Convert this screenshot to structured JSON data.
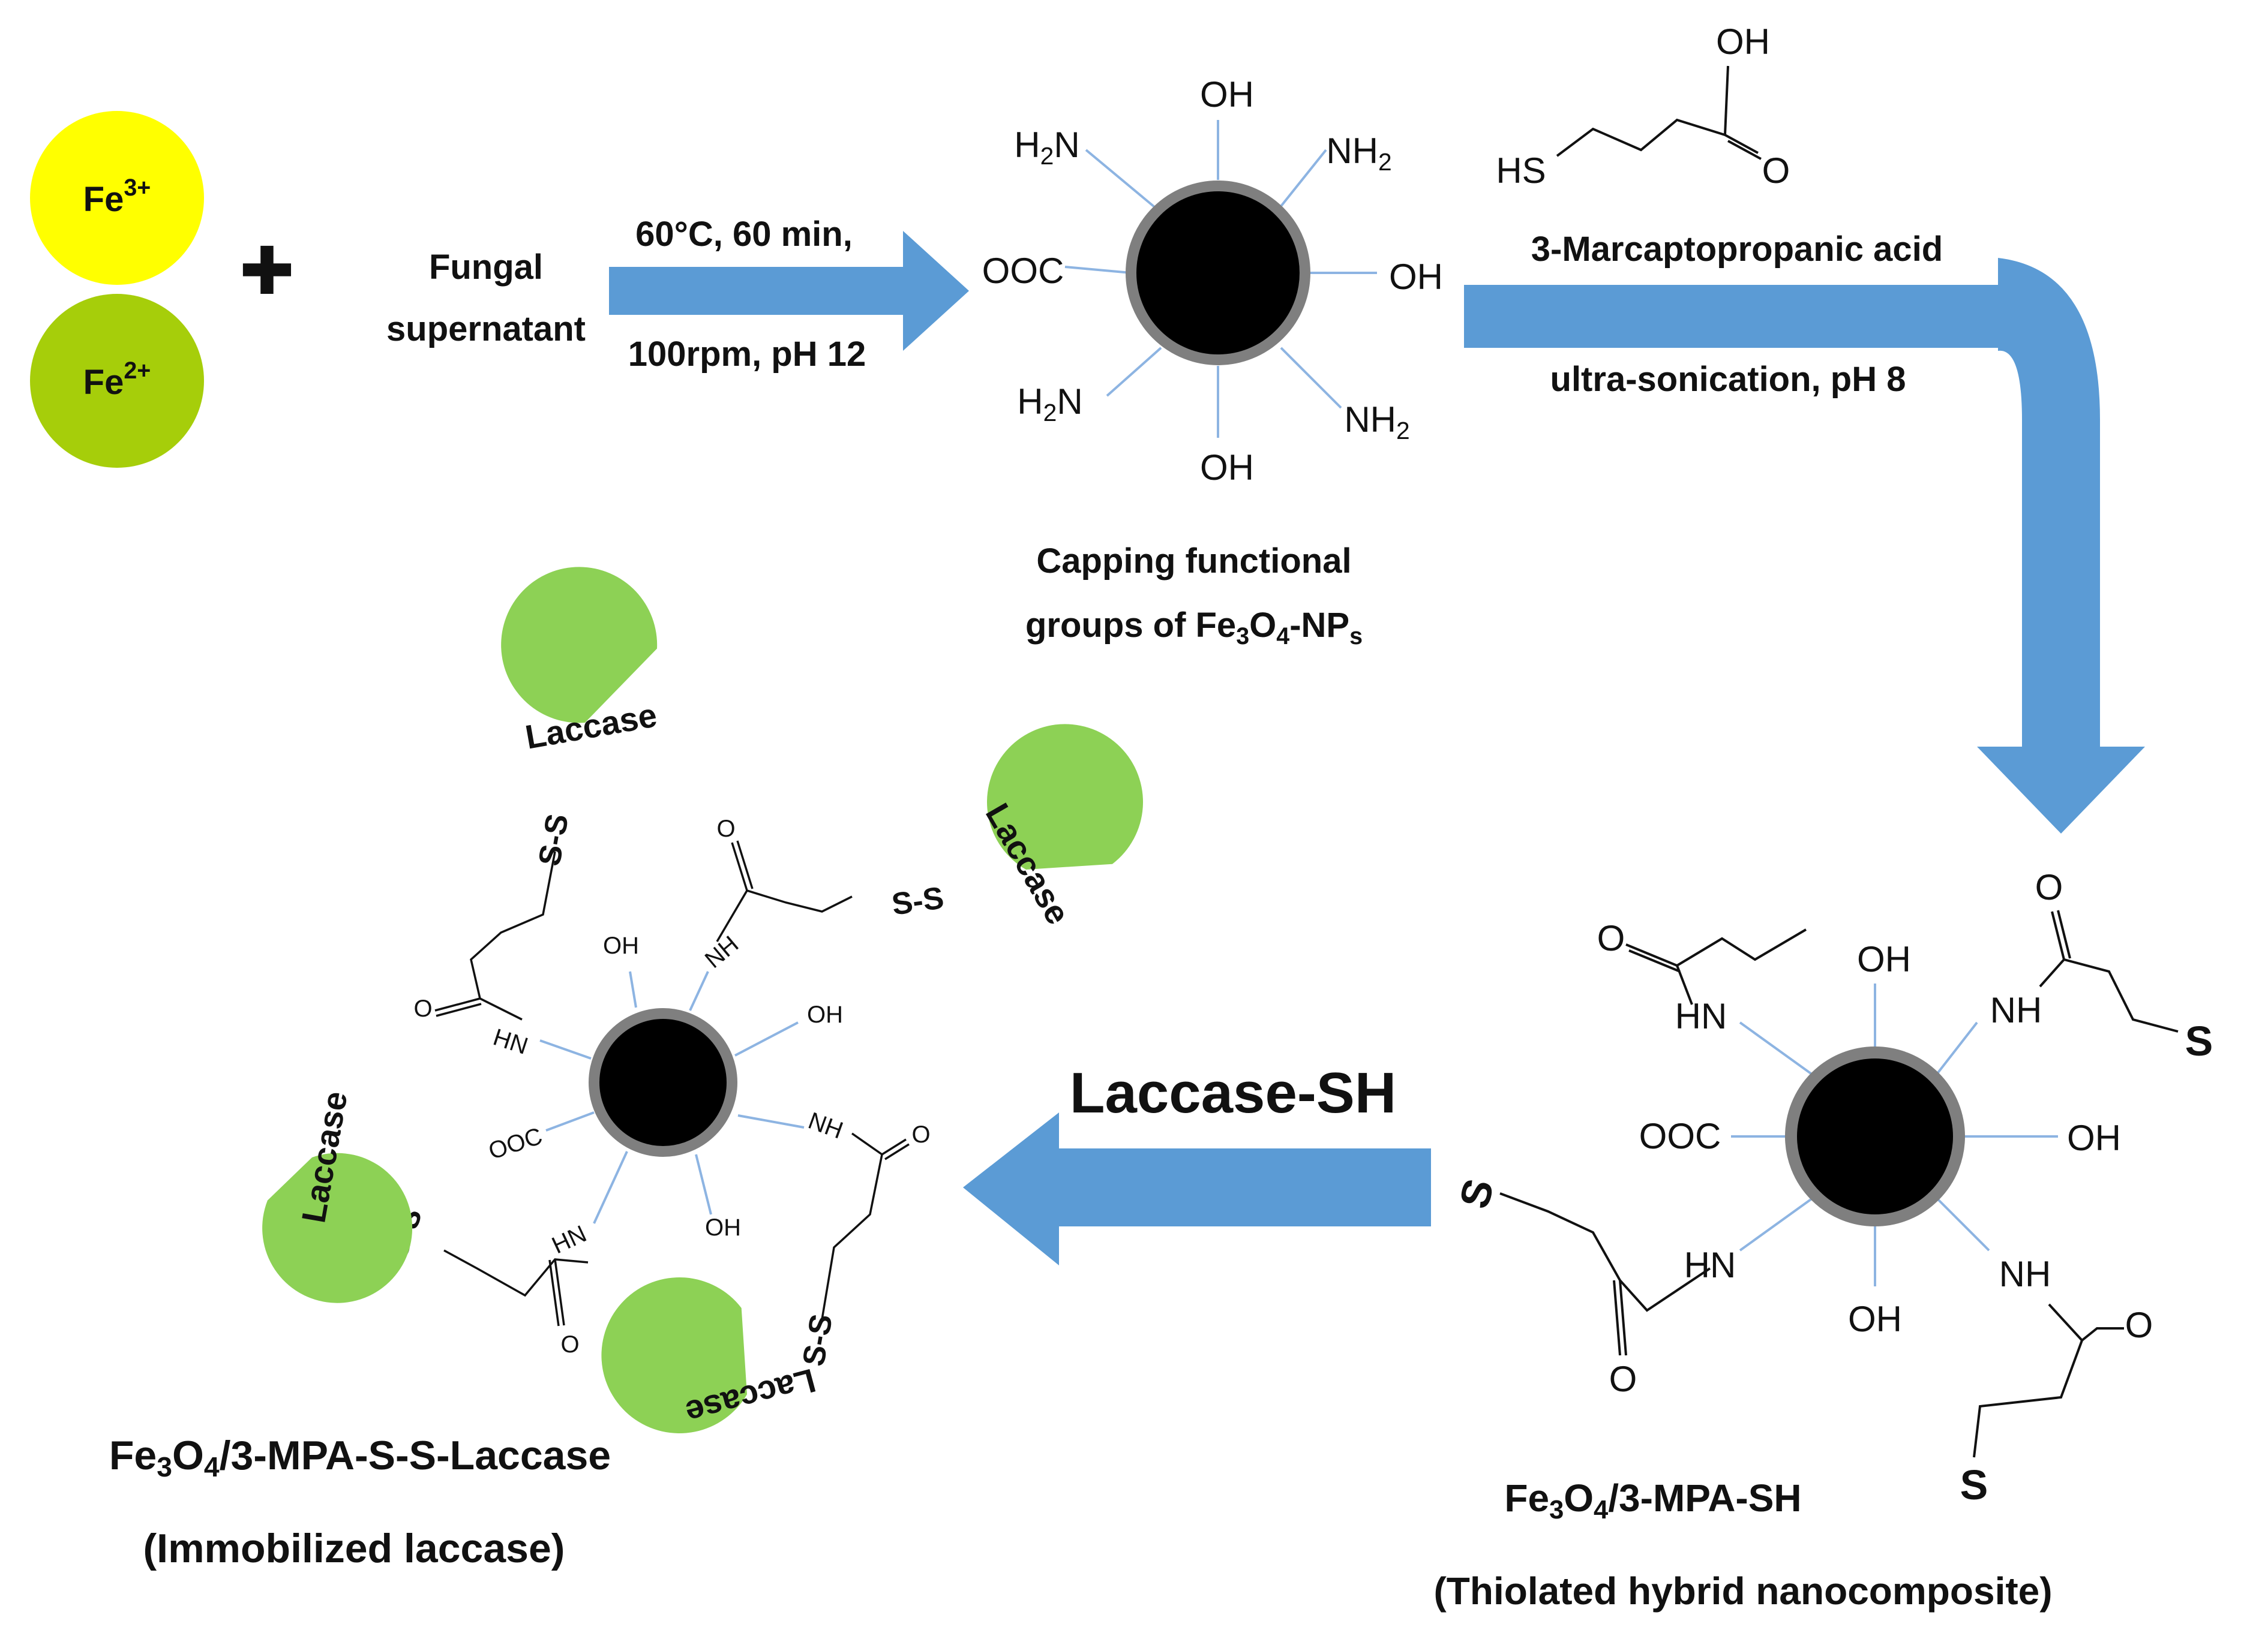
{
  "reactants": {
    "fe3": "Fe",
    "fe3_charge": "3+",
    "fe2": "Fe",
    "fe2_charge": "2+",
    "plus": "✚"
  },
  "step1": {
    "reagent_line1": "Fungal",
    "reagent_line2": "supernatant",
    "cond_line1": "60°C, 60 min,",
    "cond_line2": "100rpm, pH 12"
  },
  "np1": {
    "groups": {
      "top": "OH",
      "top_left": "H2N",
      "top_right": "NH2",
      "left": "OOC",
      "right": "OH",
      "bottom_left": "H2N",
      "bottom_right": "NH2",
      "bottom": "OH"
    },
    "caption_line1": "Capping functional",
    "caption_line2": "groups of Fe3O4-NPs"
  },
  "step2": {
    "reagent": "3-Marcaptopropanic acid",
    "conditions": "ultra-sonication, pH 8",
    "structure": {
      "thiol": "HS",
      "hydroxyl": "OH",
      "carbonyl": "O"
    }
  },
  "np2": {
    "groups": {
      "top": "OH",
      "upper_left": "HN",
      "upper_right": "NH",
      "left": "OOC",
      "right": "OH",
      "lower_left": "HN",
      "lower_right": "NH",
      "bottom": "OH"
    },
    "sulfur": "S",
    "carbonyl": "O",
    "caption_line1": "Fe3O4/3-MPA-SH",
    "caption_line2": "(Thiolated hybrid nanocomposite)"
  },
  "step3": {
    "reagent": "Laccase-SH"
  },
  "np3": {
    "groups": {
      "top": "OH",
      "upper_left": "HN",
      "upper_right": "NH",
      "right": "OH",
      "left": "OOC",
      "lower_left": "HN",
      "lower_right": "NH",
      "bottom": "OH"
    },
    "enzyme": "Laccase",
    "disulfide": "S-S",
    "carbonyl": "O",
    "caption_line1": "Fe3O4/3-MPA-S-S-Laccase",
    "caption_line2": "(Immobilized laccase)"
  },
  "colors": {
    "fe3": "#FFFF00",
    "fe2": "#A6CE0A",
    "arrow": "#5B9BD5",
    "np_core": "#000000",
    "np_shell": "#7F7F7F",
    "bond": "#8DB4E2",
    "laccase": "#8DD155"
  }
}
